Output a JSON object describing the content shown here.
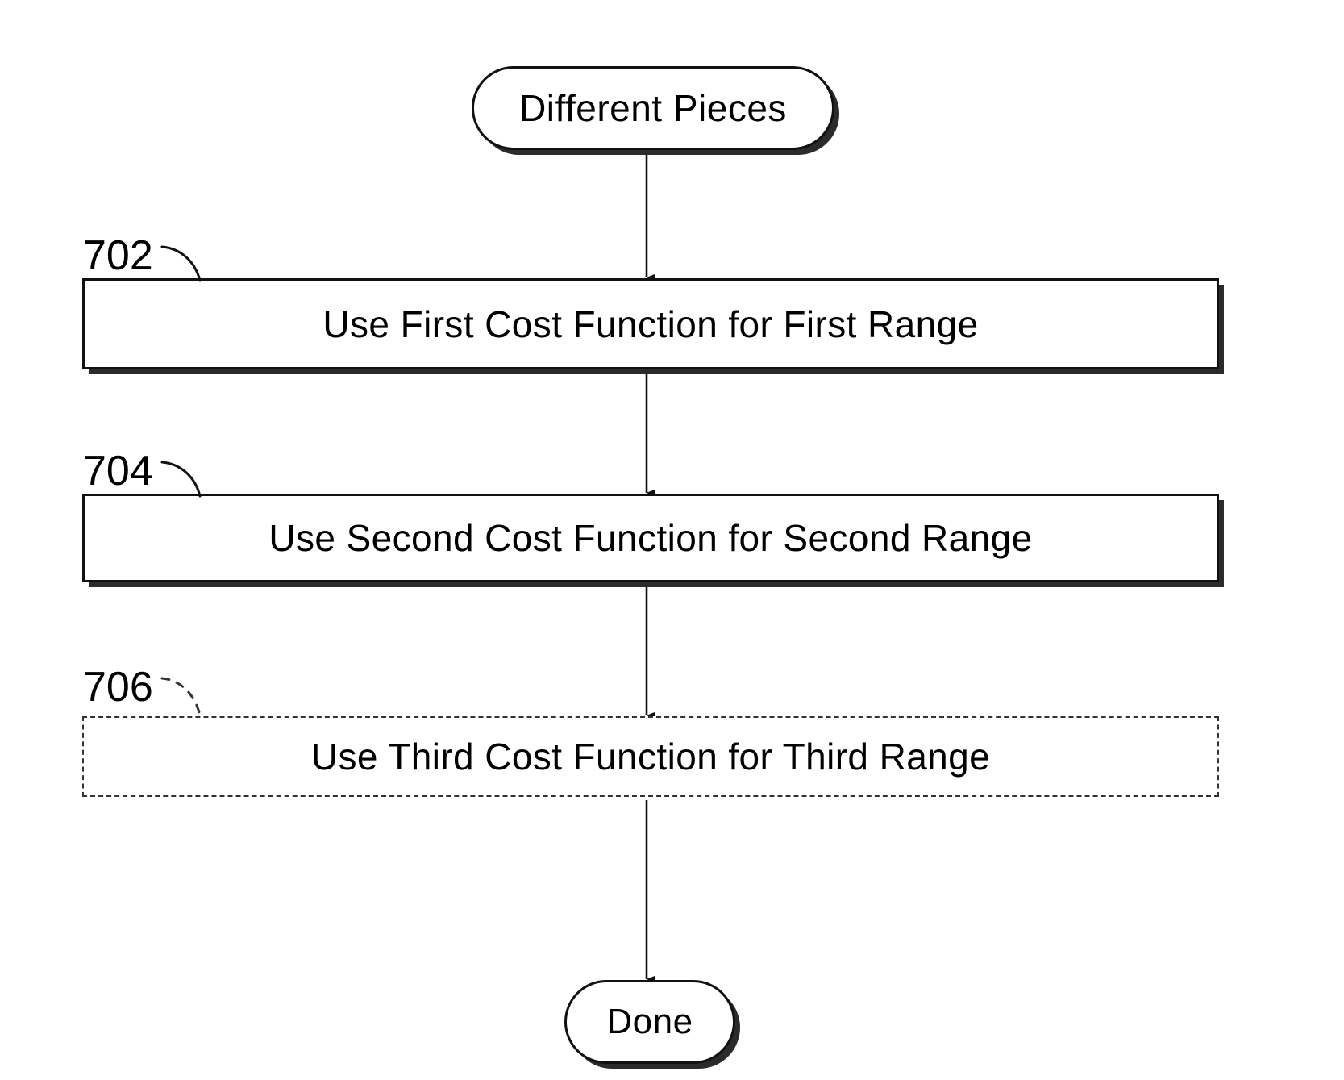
{
  "figure": {
    "title": "Different Pieces cost function flowchart",
    "background_color": "#ffffff",
    "line_color": "#111111",
    "shadow_color": "#2b2b2b"
  },
  "nodes": {
    "start": {
      "label": "Different Pieces",
      "shape": "stadium",
      "style": "solid"
    },
    "step_702": {
      "ref": "702",
      "label": "Use First Cost Function for First Range",
      "shape": "rectangle",
      "style": "solid"
    },
    "step_704": {
      "ref": "704",
      "label": "Use Second Cost Function for Second Range",
      "shape": "rectangle",
      "style": "solid"
    },
    "step_706": {
      "ref": "706",
      "label": "Use Third Cost Function for Third Range",
      "shape": "rectangle",
      "style": "dashed"
    },
    "end": {
      "label": "Done",
      "shape": "stadium",
      "style": "solid"
    }
  },
  "edges": [
    {
      "from": "start",
      "to": "step_702",
      "arrowhead": "filled-triangle"
    },
    {
      "from": "step_702",
      "to": "step_704",
      "arrowhead": "filled-triangle"
    },
    {
      "from": "step_704",
      "to": "step_706",
      "arrowhead": "filled-triangle"
    },
    {
      "from": "step_706",
      "to": "end",
      "arrowhead": "filled-triangle"
    }
  ]
}
